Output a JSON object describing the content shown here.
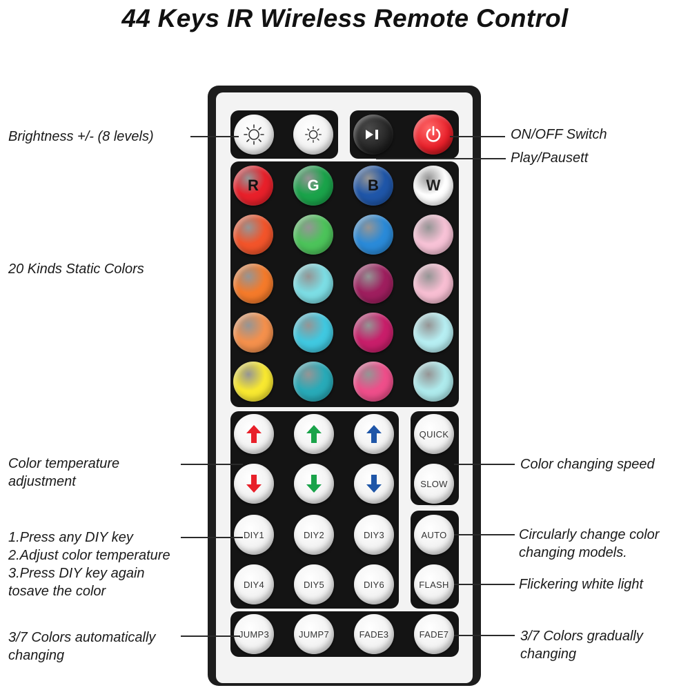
{
  "title": "44 Keys IR Wireless Remote Control",
  "annotations": {
    "brightness": "Brightness +/- (8 levels)",
    "on_off": "ON/OFF Switch",
    "play_pause": "Play/Pausett",
    "static_colors": "20 Kinds Static Colors",
    "color_temp_1": "Color temperature",
    "color_temp_2": "adjustment",
    "speed": "Color changing speed",
    "diy_1": "1.Press any DIY key",
    "diy_2": "2.Adjust color temperature",
    "diy_3": "3.Press DIY key again",
    "diy_4": "tosave the color",
    "auto_1": "Circularly change color",
    "auto_2": "changing models.",
    "flash": "Flickering white light",
    "jump_1": "3/7 Colors automatically",
    "jump_2": "changing",
    "fade_1": "3/7 Colors gradually",
    "fade_2": "changing"
  },
  "keys": {
    "top_row_icons": [
      "brightness-up-icon",
      "brightness-down-icon",
      "play-pause-icon",
      "power-icon"
    ],
    "rgbw": [
      "R",
      "G",
      "B",
      "W"
    ],
    "rgbw_colors": [
      "#e8202a",
      "#1aa34a",
      "#1f56a8",
      "#ffffff"
    ],
    "static_colors": [
      [
        "#f2542a",
        "#4cc35a",
        "#2a8ad8",
        "#f7c2d6"
      ],
      [
        "#f47a2a",
        "#7cdde4",
        "#9e1e5e",
        "#f7bed2"
      ],
      [
        "#f4904c",
        "#40c8e0",
        "#c81e6a",
        "#b6eef2"
      ],
      [
        "#f8e830",
        "#28aab8",
        "#ee4e8a",
        "#aeeaec"
      ]
    ],
    "temp_up_colors": [
      "#e8202a",
      "#1aa34a",
      "#1f56a8"
    ],
    "temp_down_colors": [
      "#e8202a",
      "#1aa34a",
      "#1f56a8"
    ],
    "quick": "QUICK",
    "slow": "SLOW",
    "diy": [
      "DIY1",
      "DIY2",
      "DIY3",
      "DIY4",
      "DIY5",
      "DIY6"
    ],
    "auto": "AUTO",
    "flash": "FLASH",
    "bottom": [
      "JUMP3",
      "JUMP7",
      "FADE3",
      "FADE7"
    ]
  }
}
